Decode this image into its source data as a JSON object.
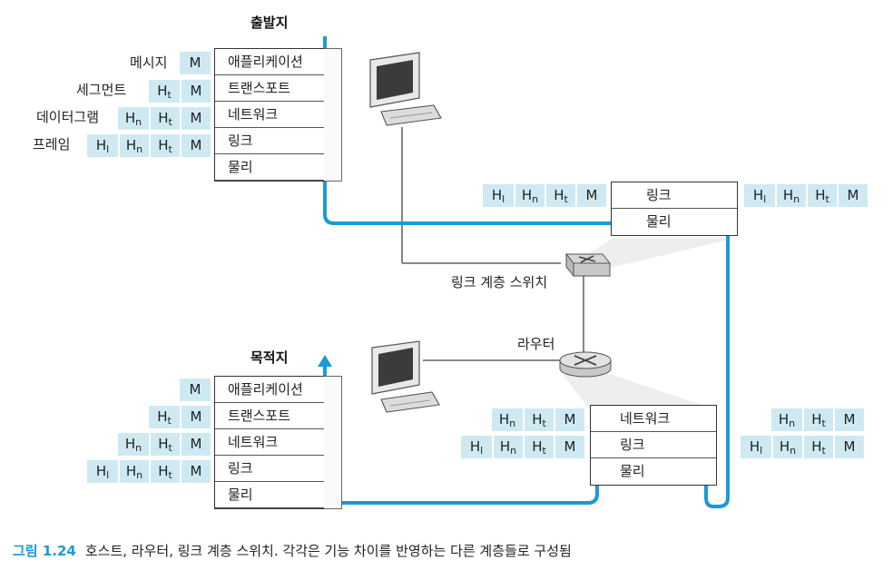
{
  "source": {
    "title": "출발지",
    "layers": [
      "애플리케이션",
      "트랜스포트",
      "네트워크",
      "링크",
      "물리"
    ]
  },
  "destination": {
    "title": "목적지",
    "layers": [
      "애플리케이션",
      "트랜스포트",
      "네트워크",
      "링크",
      "물리"
    ]
  },
  "switch": {
    "label": "링크 계층 스위치",
    "layers": [
      "링크",
      "물리"
    ]
  },
  "router": {
    "label": "라우터",
    "layers": [
      "네트워크",
      "링크",
      "물리"
    ]
  },
  "pdu_names": {
    "message": "메시지",
    "segment": "세그먼트",
    "datagram": "데이터그램",
    "frame": "프레임"
  },
  "tokens": {
    "H": "H",
    "t": "t",
    "n": "n",
    "l": "l",
    "M": "M"
  },
  "caption": {
    "figure_number": "그림 1.24",
    "text": "호스트, 라우터, 링크 계층 스위치. 각각은 기능 차이를 반영하는 다른 계층들로 구성됨"
  },
  "colors": {
    "path": "#1a9ad6",
    "header_fill": "#cfe9f2",
    "caption_accent": "#1a9ad6"
  }
}
